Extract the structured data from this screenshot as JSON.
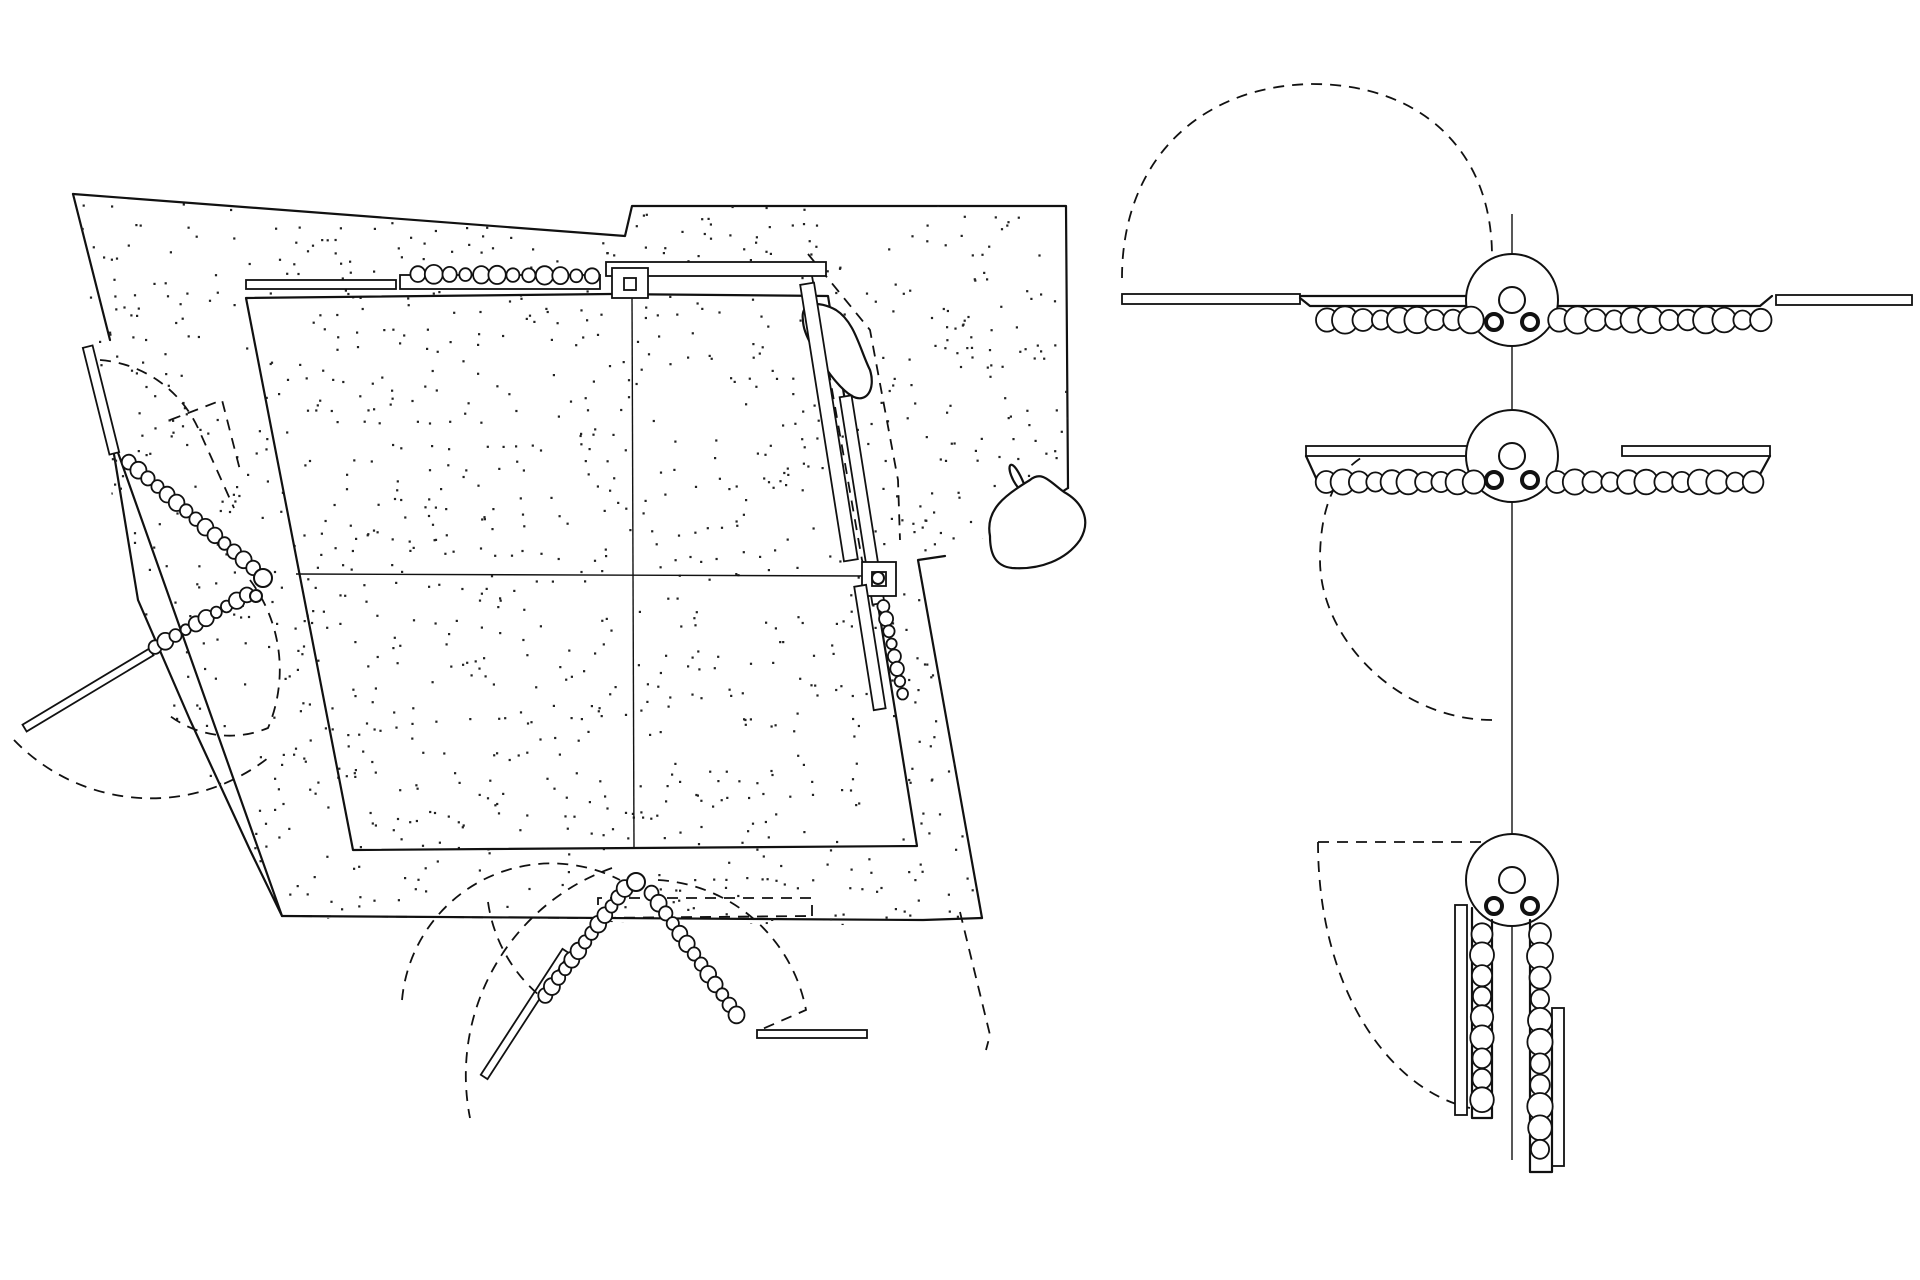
{
  "drawing": {
    "background_color": "#ffffff",
    "line_color": "#111111",
    "views": [
      {
        "id": "site-plan",
        "kind": "plan view"
      },
      {
        "id": "hinge-detail-open",
        "kind": "detail"
      },
      {
        "id": "hinge-detail-half-open",
        "kind": "detail"
      },
      {
        "id": "hinge-detail-folded",
        "kind": "detail"
      }
    ]
  }
}
